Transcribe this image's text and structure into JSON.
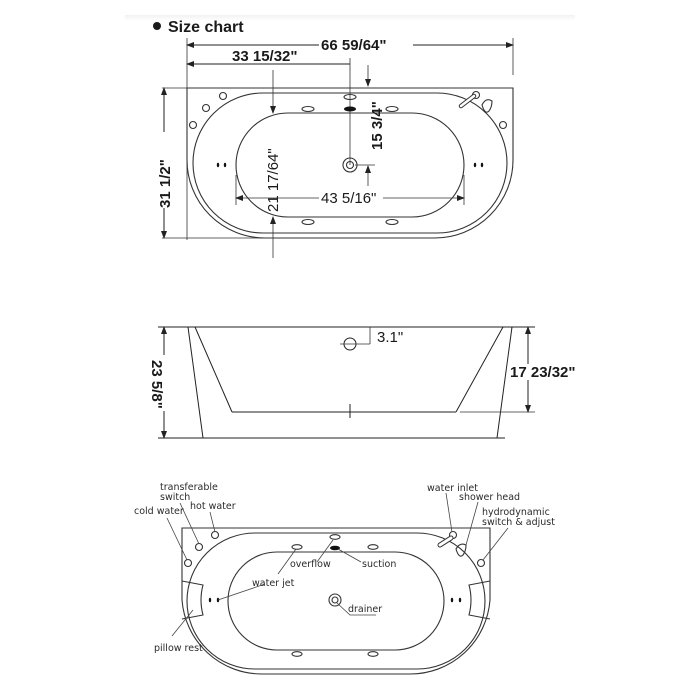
{
  "header": {
    "title": "Size chart",
    "bullet_icon": "filled-circle"
  },
  "top_view": {
    "overall_length": "66 59/64\"",
    "drain_offset": "33 15/32\"",
    "overall_width": "31 1/2\"",
    "inner_width": "21 17/64\"",
    "inner_length": "43 5/16\"",
    "drain_to_back": "15 3/4\""
  },
  "side_view": {
    "overall_height": "23 5/8\"",
    "inner_depth": "17 23/32\"",
    "overflow_depth": "3.1\""
  },
  "feature_view": {
    "labels": {
      "transferable_switch": [
        "transferable",
        "switch"
      ],
      "cold_water": "cold water",
      "hot_water": "hot water",
      "water_inlet": "water inlet",
      "shower_head": "shower head",
      "hydrodynamic": [
        "hydrodynamic",
        "switch & adjust"
      ],
      "overflow": "overflow",
      "suction": "suction",
      "water_jet": "water jet",
      "drainer": "drainer",
      "pillow_rest": "pillow rest"
    }
  },
  "colors": {
    "line": "#222222",
    "text": "#1a1a1a",
    "background": "#ffffff"
  }
}
